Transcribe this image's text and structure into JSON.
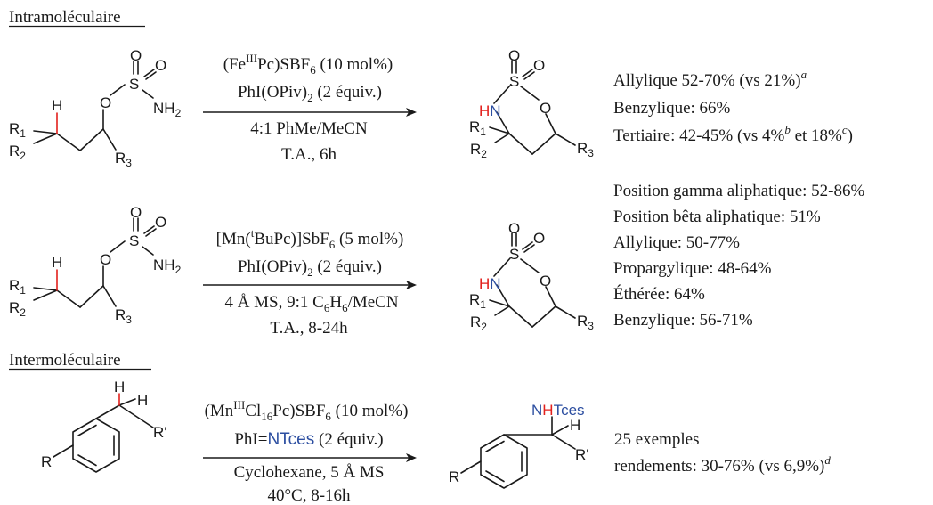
{
  "sections": {
    "intra": "Intramoléculaire",
    "inter": "Intermoléculaire"
  },
  "colors": {
    "red": "#e2201c",
    "blue": "#2d4fa1",
    "black": "#1a1a1a"
  },
  "atoms": {
    "O": "O",
    "S": "S",
    "NH2": "NH",
    "two": "2",
    "H": "H",
    "R1": "R",
    "R2": "R",
    "R3": "R",
    "one": "1",
    "three": "3",
    "HN_H": "H",
    "HN_N": "N",
    "R": "R",
    "Rp": "R'",
    "N": "N",
    "Tces": "Tces"
  },
  "reaction1": {
    "cat": {
      "a": "(Fe",
      "sup": "III",
      "b": "Pc)SBF",
      "sub": "6",
      "c": " (10 mol%)"
    },
    "oxidant": {
      "a": "PhI(OPiv)",
      "sub": "2",
      "b": " (2 équiv.)"
    },
    "solvent": "4:1 PhMe/MeCN",
    "time": "T.A., 6h",
    "results": {
      "r1": {
        "text": "Allylique 52-70% (vs 21%)",
        "sup": "a"
      },
      "r2": {
        "text": "Benzylique: 66%"
      },
      "r3": {
        "a": "Tertiaire: 42-45% (vs 4%",
        "supb": "b",
        "b": " et 18%",
        "supc": "c",
        "c": ")"
      }
    }
  },
  "reaction2": {
    "cat": {
      "a": "[Mn(",
      "sup": "t",
      "b": "BuPc)]SbF",
      "sub": "6",
      "c": " (5 mol%)"
    },
    "oxidant": {
      "a": "PhI(OPiv)",
      "sub": "2",
      "b": " (2 équiv.)"
    },
    "solvent": {
      "a": "4 Å MS, 9:1 C",
      "sub1": "6",
      "b": "H",
      "sub2": "6",
      "c": "/MeCN"
    },
    "time": "T.A., 8-24h",
    "results": [
      "Position gamma aliphatique: 52-86%",
      "Position bêta aliphatique: 51%",
      "Allylique: 50-77%",
      "Propargylique: 48-64%",
      "Éthérée: 64%",
      "Benzylique: 56-71%"
    ]
  },
  "reaction3": {
    "cat": {
      "a": "(Mn",
      "sup": "III",
      "b": "Cl",
      "sub1": "16",
      "c": "Pc)SBF",
      "sub2": "6",
      "d": " (10 mol%)"
    },
    "oxidant": {
      "a": "PhI=",
      "blue": "NTces",
      "b": " (2 équiv.)"
    },
    "solvent": "Cyclohexane, 5 Å MS",
    "time": "40°C, 8-16h",
    "results": {
      "count": "25 exemples",
      "yield": {
        "a": "rendements: 30-76% (vs 6,9%)",
        "sup": "d"
      }
    }
  }
}
